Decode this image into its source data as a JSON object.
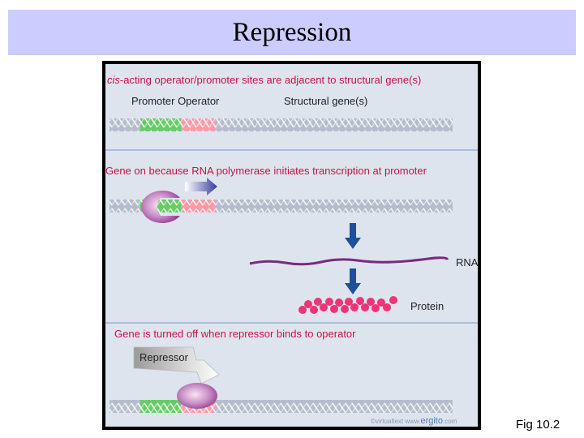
{
  "slide": {
    "title": "Repression",
    "figure_label": "Fig 10.2"
  },
  "panels": {
    "top": {
      "caption_italic": "cis",
      "caption_rest": "-acting operator/promoter sites are adjacent to structural gene(s)",
      "promoter_operator_label": "Promoter Operator",
      "structural_label": "Structural gene(s)"
    },
    "middle": {
      "caption": "Gene on because RNA polymerase initiates transcription at promoter",
      "rna_label": "RNA",
      "protein_label": "Protein"
    },
    "bottom": {
      "caption": "Gene is turned off when repressor binds to operator",
      "repressor_label": "Repressor"
    }
  },
  "credit": {
    "text": "©virtualtext  www.",
    "brand": "ergito",
    "suffix": ".com"
  },
  "colors": {
    "title_bg": "#ccccff",
    "caption_red": "#cc1144",
    "promoter_green": "#66cc66",
    "operator_pink": "#ff9aa8",
    "protein_pink": "#ee3377",
    "arrow_blue": "#1f4e9c",
    "rna_purple": "#7a2a7e",
    "polymerase_purple": "#a04a9c"
  }
}
